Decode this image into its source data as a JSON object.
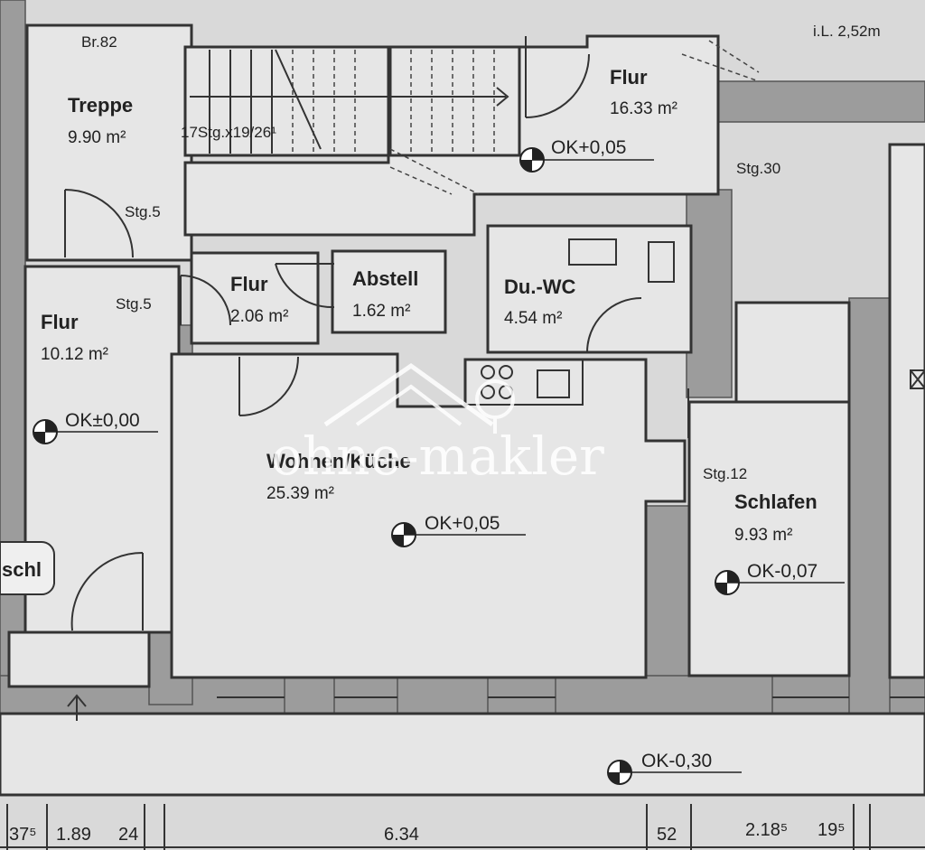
{
  "header": {
    "ceiling_height": "i.L. 2,52m"
  },
  "rooms": {
    "treppe": {
      "name": "Treppe",
      "area": "9.90 m²",
      "note": "Br.82"
    },
    "stairs": {
      "note": "17Stg.x19/26¹"
    },
    "flur_top": {
      "name": "Flur",
      "area": "16.33 m²"
    },
    "flur_small": {
      "name": "Flur",
      "area": "2.06 m²"
    },
    "abstell": {
      "name": "Abstell",
      "area": "1.62 m²"
    },
    "duwc": {
      "name": "Du.-WC",
      "area": "4.54 m²"
    },
    "flur_left": {
      "name": "Flur",
      "area": "10.12 m²"
    },
    "wohnen": {
      "name": "Wohnen/Küche",
      "area": "25.39 m²"
    },
    "schlafen": {
      "name": "Schlafen",
      "area": "9.93 m²"
    },
    "schl_partial": {
      "name": "schl"
    }
  },
  "steps": {
    "stg5_a": "Stg.5",
    "stg5_b": "Stg.5",
    "stg30": "Stg.30",
    "stg12": "Stg.12"
  },
  "levels": {
    "flur_top": "OK+0,05",
    "flur_left": "OK±0,00",
    "wohnen": "OK+0,05",
    "schlafen": "OK-0,07",
    "outside": "OK-0,30"
  },
  "dimensions": [
    "37⁵",
    "1.89",
    "24",
    "6.34",
    "52",
    "2.18⁵",
    "19⁵"
  ],
  "watermark": "ohne-makler",
  "colors": {
    "paper": "#e6e6e6",
    "wall": "#9c9c9c",
    "ink": "#222222"
  }
}
